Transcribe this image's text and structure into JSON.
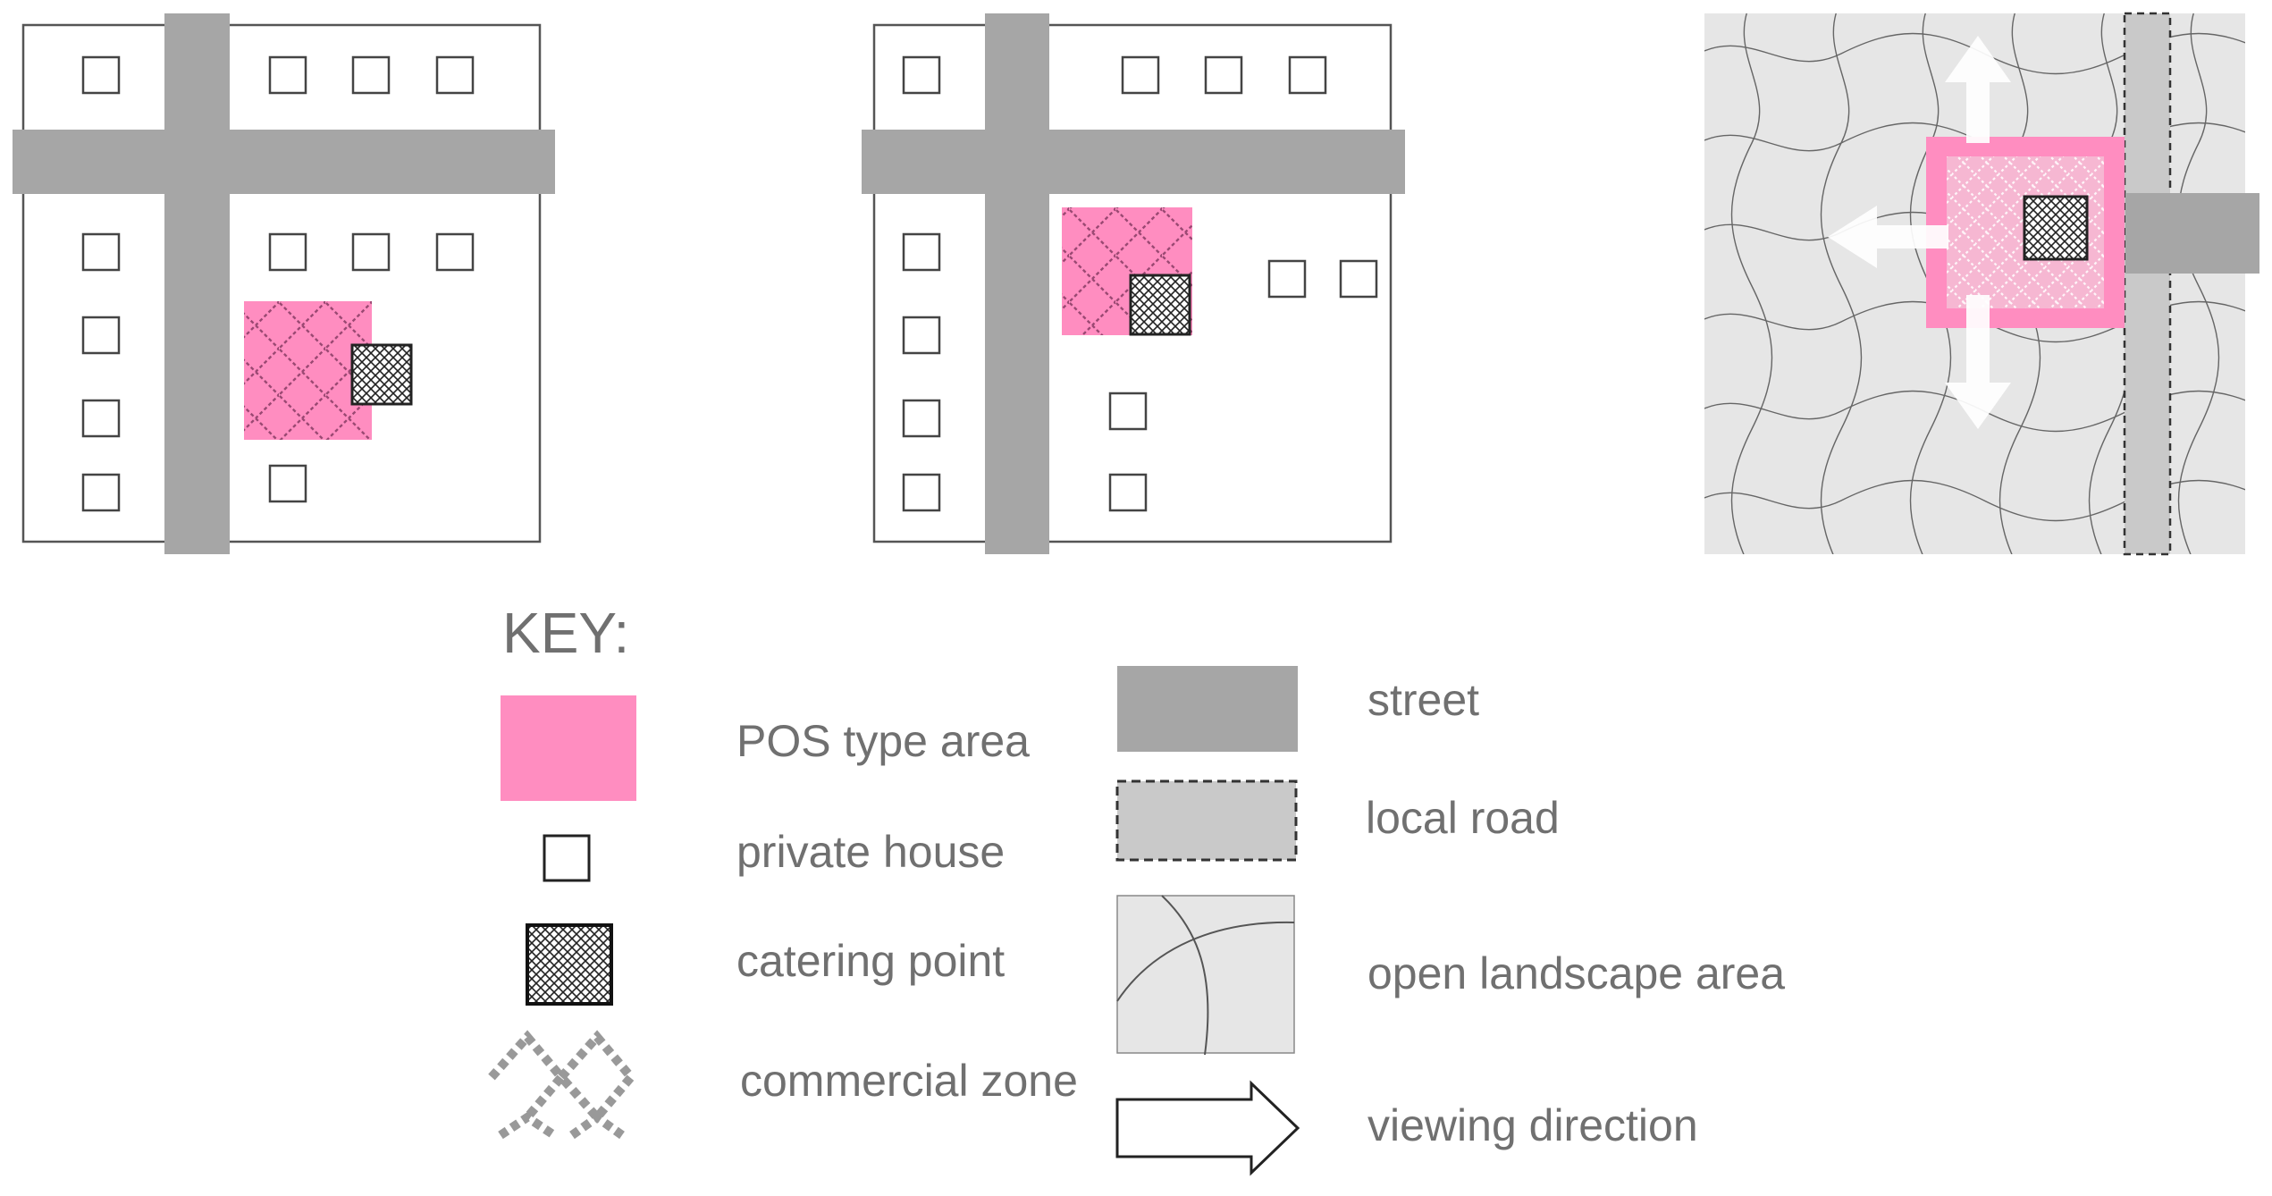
{
  "key": {
    "heading": "KEY:",
    "items": {
      "pos_area": "POS type area",
      "private_house": "private house",
      "catering_point": "catering point",
      "commercial_zone": "commercial zone",
      "street": "street",
      "local_road": "local road",
      "open_landscape": "open landscape area",
      "viewing_direction": "viewing direction"
    }
  },
  "colors": {
    "pos_pink": "#ff8dc0",
    "street_gray": "#a6a6a6",
    "local_road_gray": "#c9c9c9",
    "landscape_gray": "#e6e6e6",
    "outline": "#555555",
    "label_gray": "#707070",
    "hatch_dark": "#222222"
  },
  "icons": [
    "outline-square",
    "cross-hatch",
    "diamond-lattice",
    "outline-arrow",
    "white-arrow"
  ]
}
